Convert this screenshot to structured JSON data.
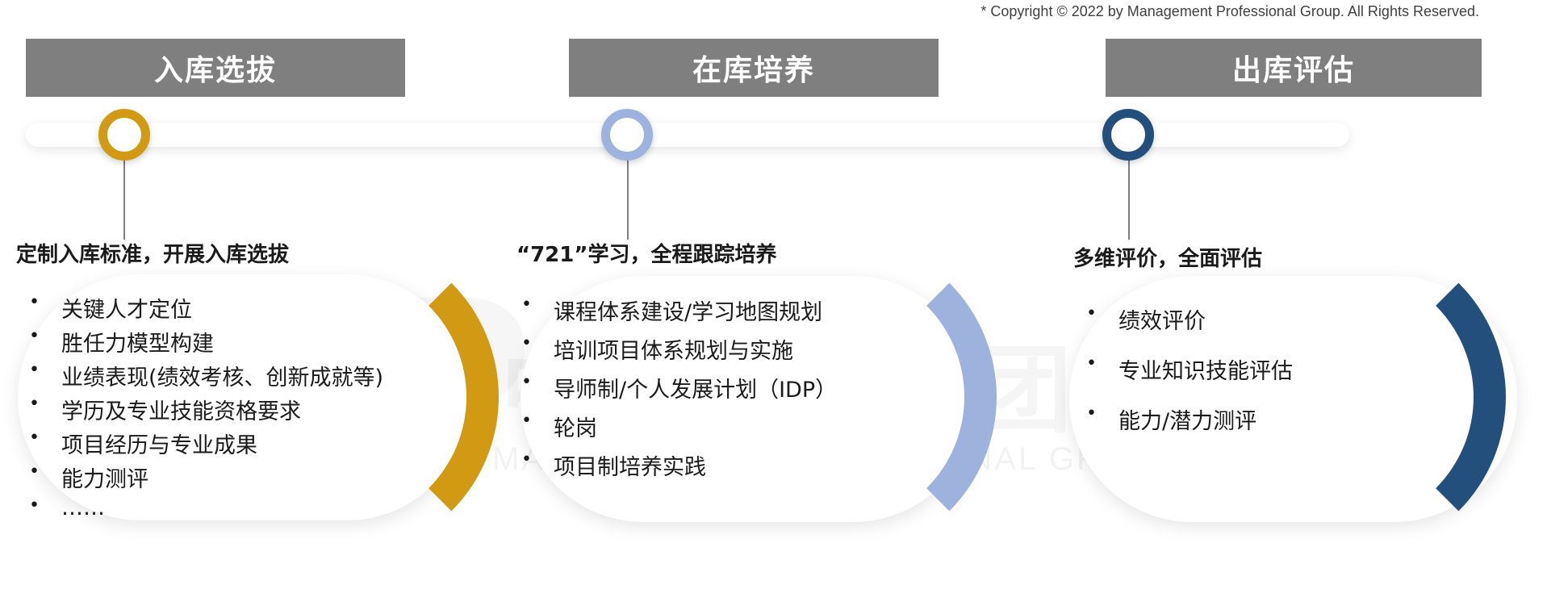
{
  "copyright": "* Copyright © 2022 by Management Professional Group. All Rights Reserved.",
  "watermark": {
    "logo": "MP",
    "cn": "中大咨询集团",
    "en": "MANAGEMENT PROFESSIONAL GROUP"
  },
  "colors": {
    "header": "#7f7f7f",
    "gold": "#d19a12",
    "light_blue": "#9db3de",
    "navy": "#234f7d",
    "stem": "#7f7f7f"
  },
  "stages": [
    {
      "title": "入库选拔",
      "subtitle": "定制入库标准，开展入库选拔",
      "points": [
        "关键人才定位",
        "胜任力模型构建",
        "业绩表现(绩效考核、创新成就等)",
        "学历及专业技能资格要求",
        "项目经历与专业成果",
        "能力测评",
        "……"
      ]
    },
    {
      "title": "在库培养",
      "subtitle": "“721”学习，全程跟踪培养",
      "points": [
        "课程体系建设/学习地图规划",
        "培训项目体系规划与实施",
        "导师制/个人发展计划（IDP）",
        "轮岗",
        "项目制培养实践"
      ]
    },
    {
      "title": "出库评估",
      "subtitle": "多维评价，全面评估",
      "points": [
        "绩效评价",
        "专业知识技能评估",
        "能力/潜力测评"
      ]
    }
  ]
}
